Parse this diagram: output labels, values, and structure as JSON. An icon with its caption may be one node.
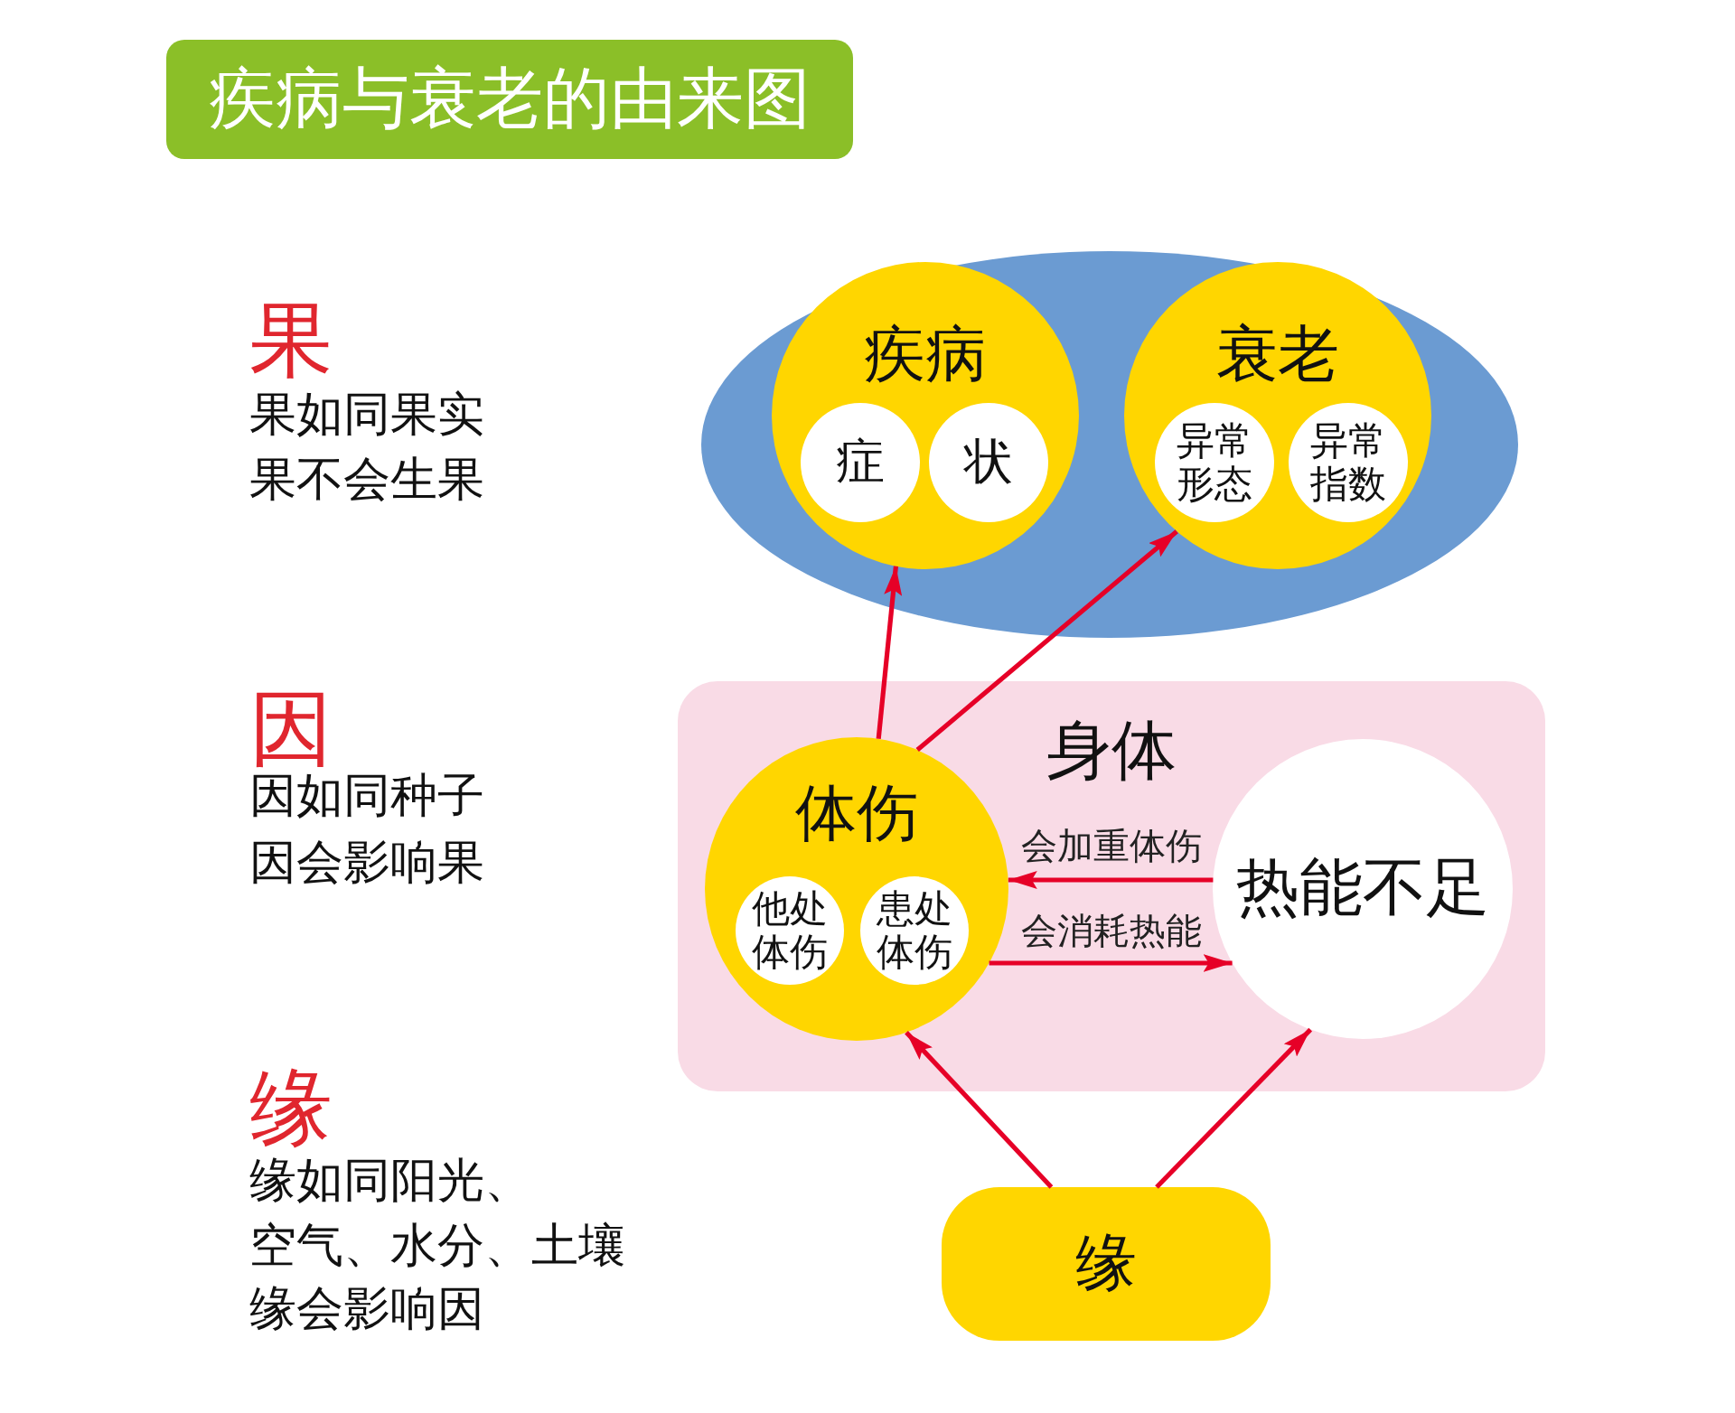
{
  "diagram": {
    "title": "疾病与衰老的由来图",
    "nodes": [
      {
        "text": [],
        "shape": "ellipse"
      },
      {
        "text": [
          "疾病"
        ],
        "in": 0
      },
      {
        "text": [
          "症"
        ],
        "in": 1
      },
      {
        "text": [
          "状"
        ],
        "in": 1
      },
      {
        "text": [
          "衰老"
        ],
        "in": 0
      },
      {
        "text": [
          "异常形态"
        ],
        "in": 4
      },
      {
        "text": [
          "异常指数"
        ],
        "in": 4
      },
      {
        "text": [
          "身体"
        ]
      },
      {
        "text": [
          "体伤"
        ],
        "in": 7
      },
      {
        "text": [
          "他处体伤"
        ],
        "in": 8
      },
      {
        "text": [
          "患处体伤"
        ],
        "in": 8
      },
      {
        "text": [
          "热能不足"
        ],
        "in": 7
      },
      {
        "text": [
          "缘"
        ]
      }
    ],
    "edges": [
      {
        "from": 8,
        "to": 1,
        "arrow": "to"
      },
      {
        "from": 8,
        "to": 4,
        "arrow": "to"
      },
      {
        "from": 11,
        "to": 8,
        "arrow": "to",
        "label": "会加重体伤"
      },
      {
        "from": 8,
        "to": 11,
        "arrow": "to",
        "label": "会消耗热能"
      },
      {
        "from": 12,
        "to": 8,
        "arrow": "to"
      },
      {
        "from": 12,
        "to": 11,
        "arrow": "to"
      }
    ],
    "labels": [
      "果",
      "果如同果实",
      "果不会生果",
      "因",
      "因如同种子",
      "因会影响果",
      "缘",
      "缘如同阳光、空气、水分、土壤",
      "缘会影响因"
    ]
  }
}
